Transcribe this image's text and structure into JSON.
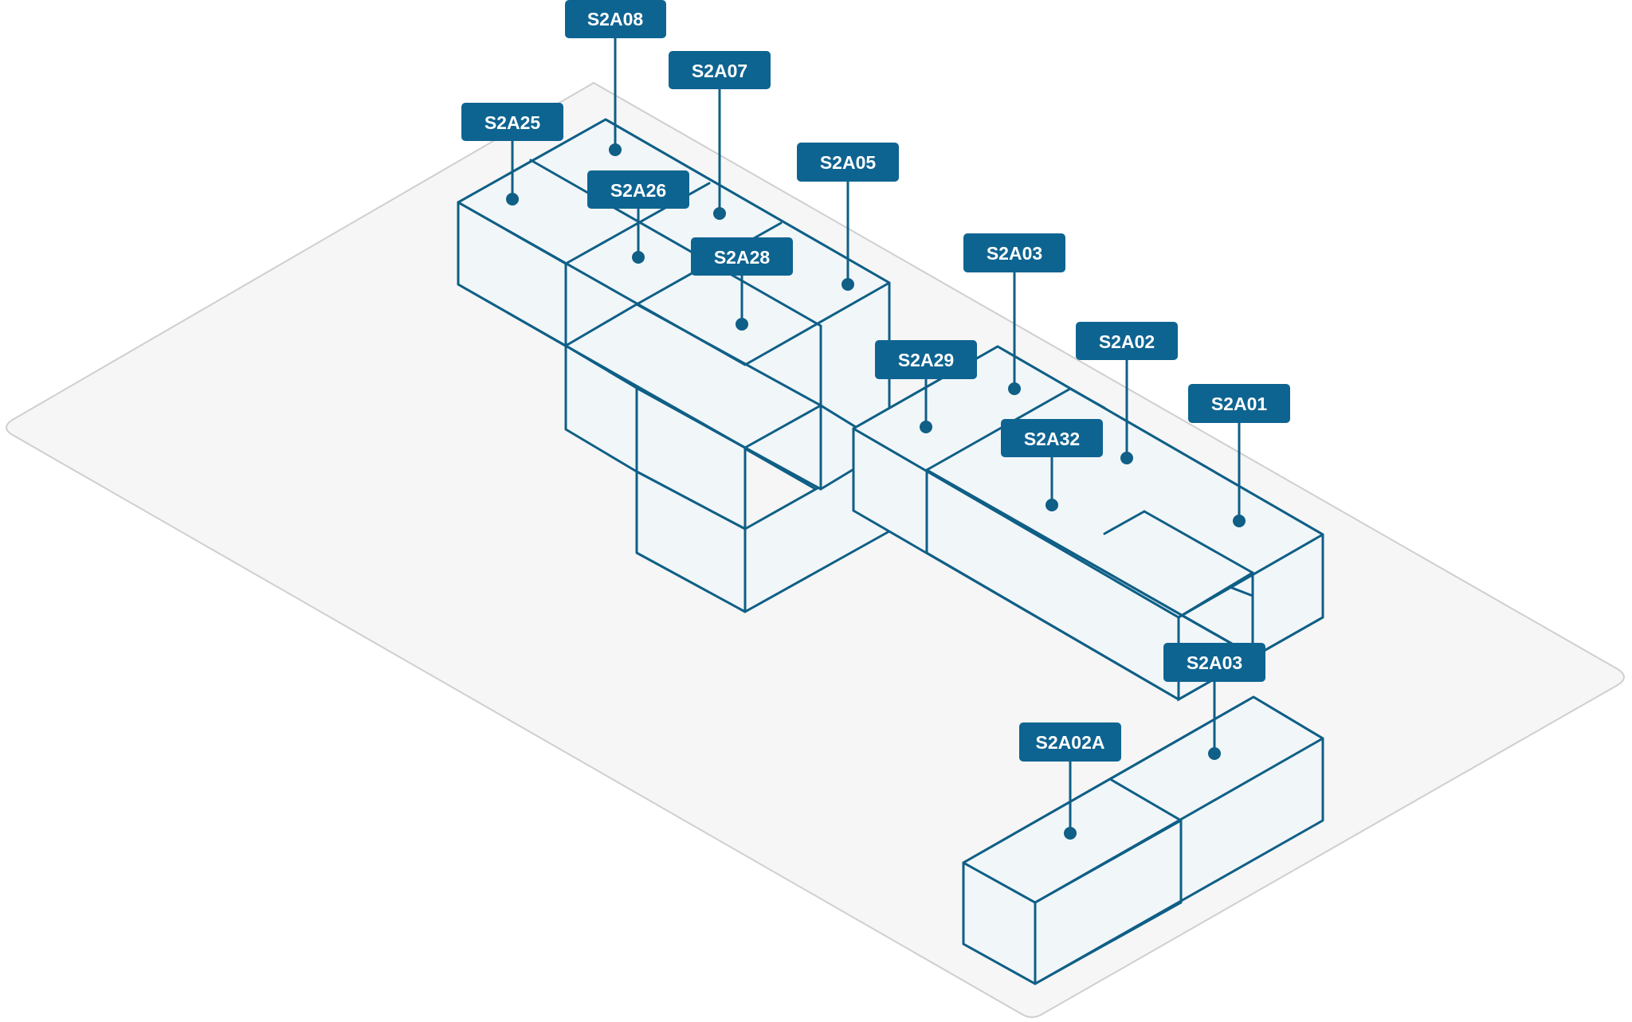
{
  "colors": {
    "accent": "#0e6491",
    "outline": "#0f5f86",
    "box_fill": "#f1f6f9",
    "floor_fill": "#f6f6f6"
  },
  "labels": {
    "s2a08": "S2A08",
    "s2a07": "S2A07",
    "s2a25": "S2A25",
    "s2a26": "S2A26",
    "s2a05": "S2A05",
    "s2a28": "S2A28",
    "s2a03_upper": "S2A03",
    "s2a02": "S2A02",
    "s2a29": "S2A29",
    "s2a01": "S2A01",
    "s2a32": "S2A32",
    "s2a03_lower": "S2A03",
    "s2a02a": "S2A02A"
  }
}
